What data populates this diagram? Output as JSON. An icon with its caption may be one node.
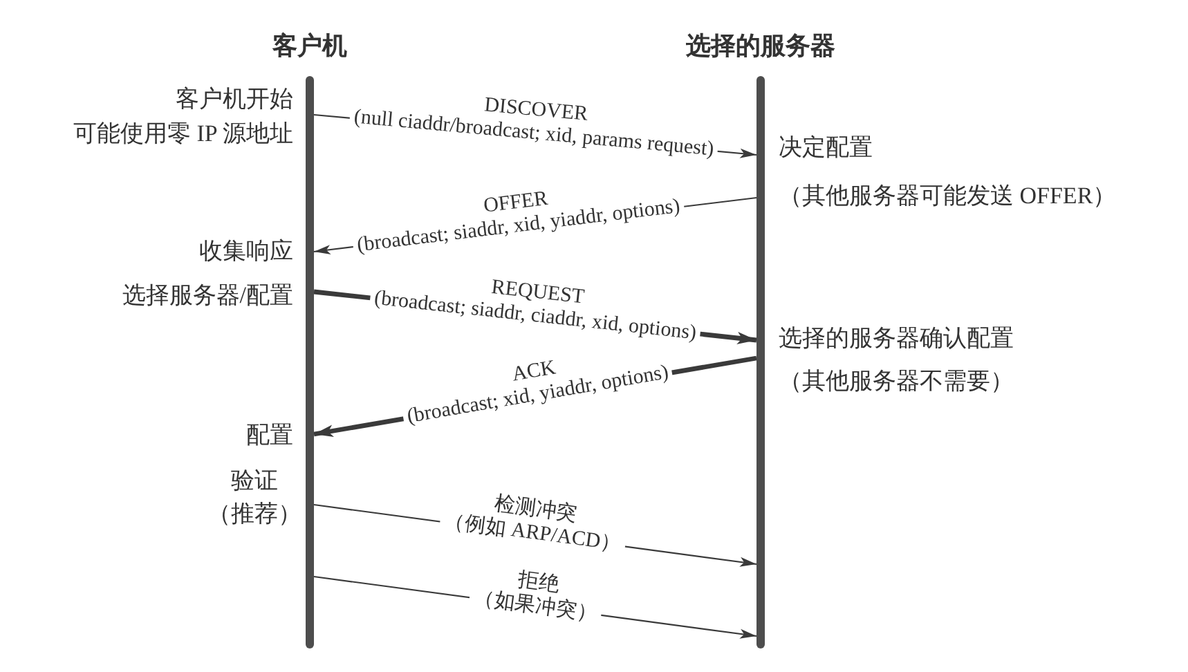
{
  "diagram": {
    "nodes": [
      {
        "text": [
          "客户机"
        ],
        "beside": [
          "客户机开始",
          "可能使用零 IP 源地址",
          "收集响应",
          "选择服务器/配置",
          "配置",
          "验证",
          "（推荐）"
        ]
      },
      {
        "text": [
          "选择的服务器"
        ],
        "beside": [
          "决定配置",
          "（其他服务器可能发送 OFFER）",
          "选择的服务器确认配置",
          "（其他服务器不需要）"
        ]
      }
    ],
    "edges": [
      {
        "from": 0,
        "to": 1,
        "arrow": "to",
        "label": "DISCOVER (null ciaddr/broadcast; xid, params request)"
      },
      {
        "from": 1,
        "to": 0,
        "arrow": "to",
        "label": "OFFER (broadcast; siaddr, xid, yiaddr, options)"
      },
      {
        "from": 0,
        "to": 1,
        "arrow": "to",
        "label": "REQUEST (broadcast; siaddr, ciaddr, xid, options)",
        "style": "thick"
      },
      {
        "from": 1,
        "to": 0,
        "arrow": "to",
        "label": "ACK (broadcast; xid, yiaddr, options)",
        "style": "thick"
      },
      {
        "from": 0,
        "to": 1,
        "arrow": "to",
        "label": "检测冲突（例如 ARP/ACD）"
      },
      {
        "from": 0,
        "to": 1,
        "arrow": "to",
        "label": "拒绝（如果冲突）"
      }
    ]
  }
}
